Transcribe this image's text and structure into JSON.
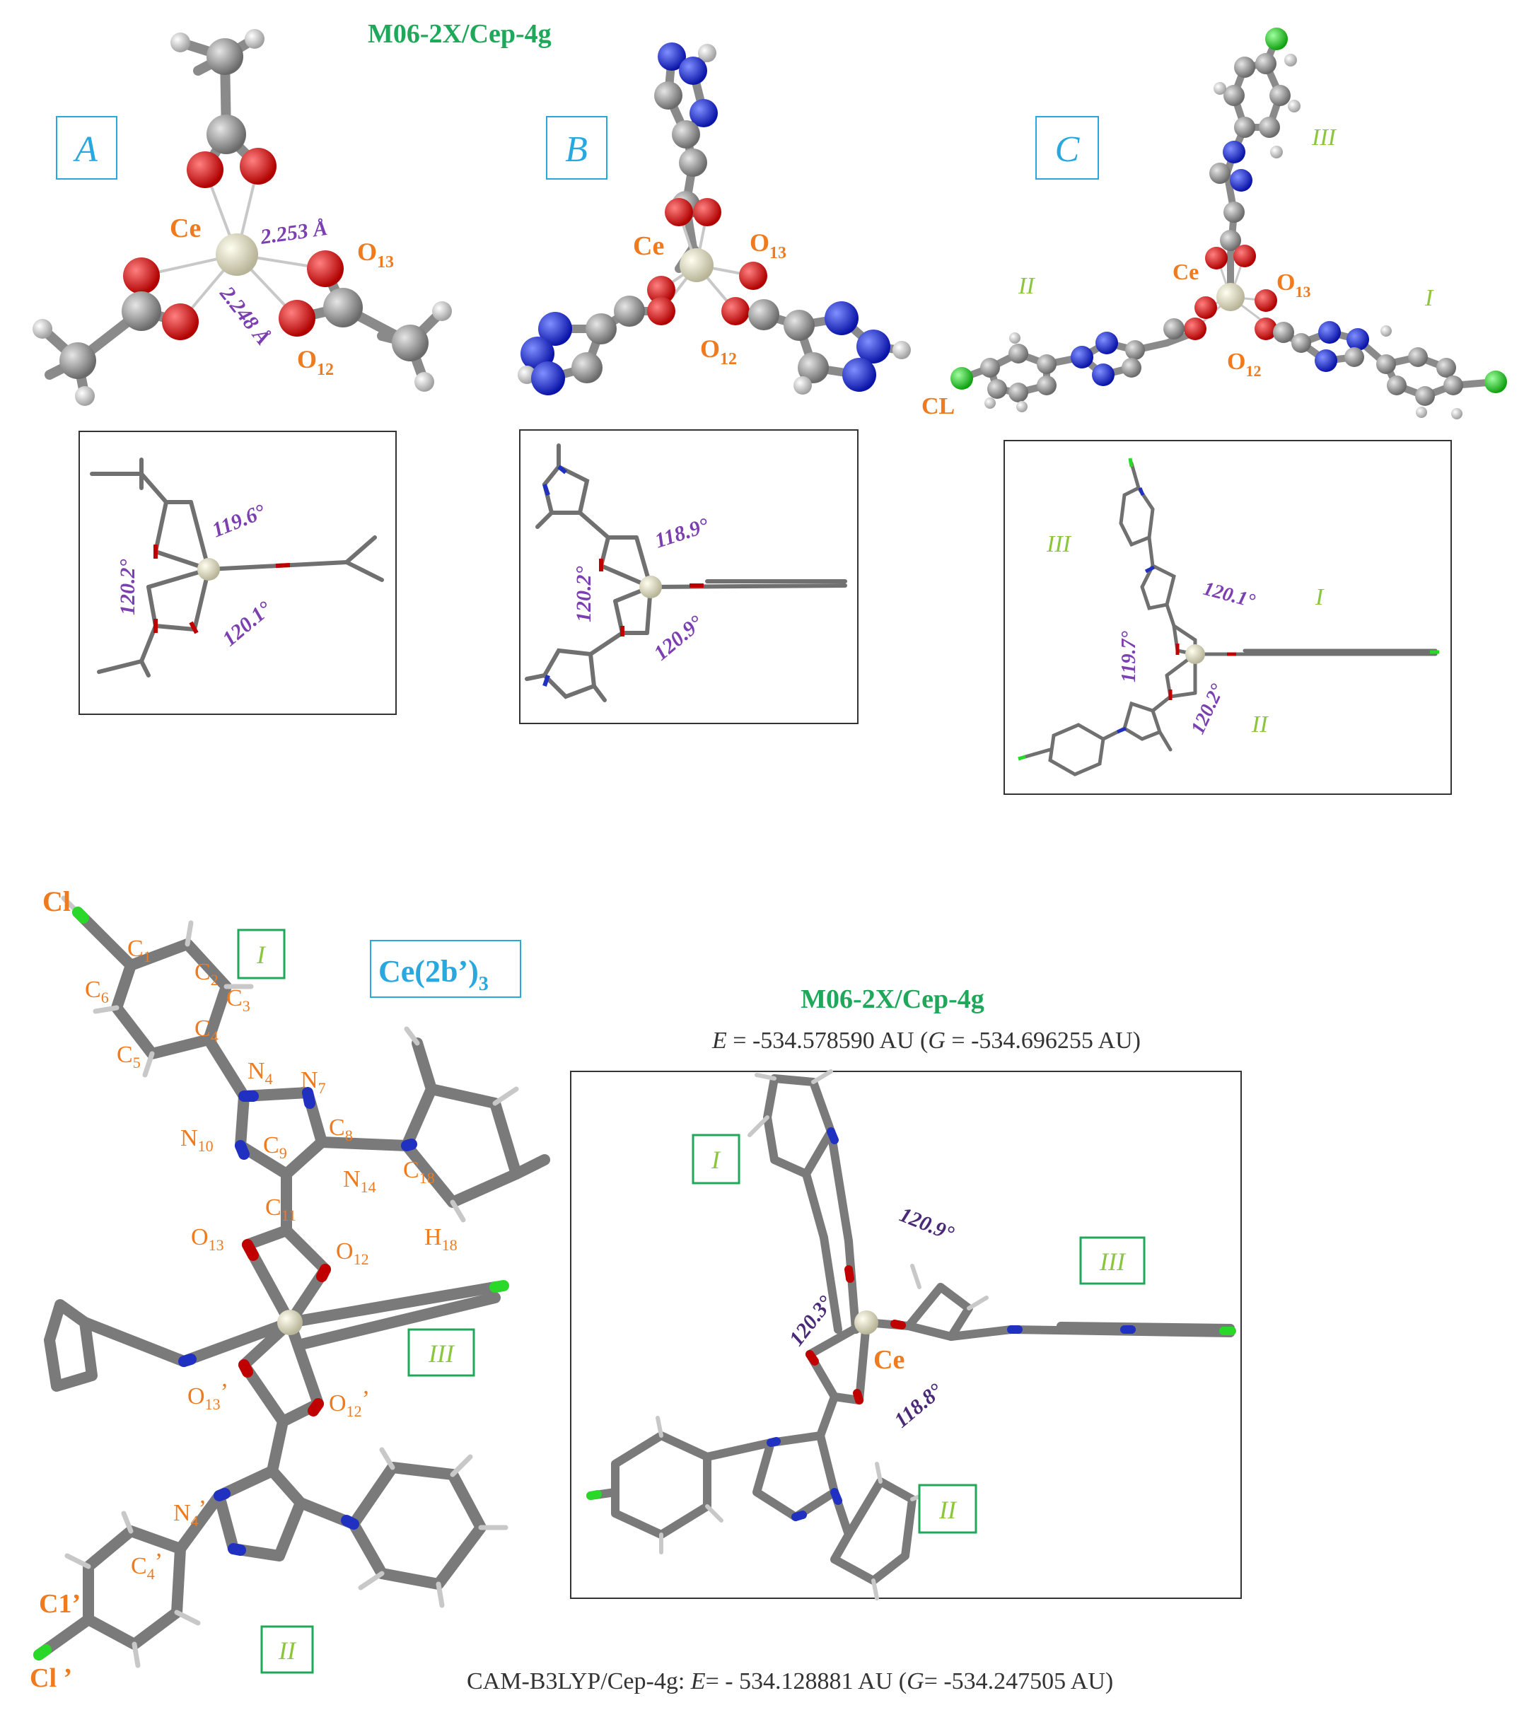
{
  "colors": {
    "method": "#1fa85a",
    "panel_label": "#29a8e0",
    "atom_label": "#f07a1e",
    "measure": "#7b3fb0",
    "measure_dark": "#4a2a78",
    "ligand_num": "#8cc63f",
    "ligand_box": "#1fa85a",
    "carbon": "#8c8c8c",
    "oxygen": "#d40000",
    "nitrogen": "#1a2ad8",
    "hydrogen": "#e0e0e0",
    "chlorine": "#2ad82a",
    "cerium": "#e8e6c8"
  },
  "top": {
    "method": "M06-2X/Cep-4g",
    "panels": [
      {
        "label": "A",
        "ce": "Ce",
        "o13": "O",
        "o13_sub": "13",
        "o12": "O",
        "o12_sub": "12",
        "bond1": "2.253 Å",
        "bond2": "2.248 Å",
        "angles": [
          "119.6°",
          "120.2°",
          "120.1°"
        ]
      },
      {
        "label": "B",
        "ce": "Ce",
        "o13": "O",
        "o13_sub": "13",
        "o12": "O",
        "o12_sub": "12",
        "angles": [
          "118.9°",
          "120.2°",
          "120.9°"
        ]
      },
      {
        "label": "C",
        "ce": "Ce",
        "o13": "O",
        "o13_sub": "13",
        "o12": "O",
        "o12_sub": "12",
        "cl": "CL",
        "ligands": [
          "III",
          "II",
          "I"
        ],
        "box_ligands": [
          "III",
          "I",
          "II"
        ],
        "angles": [
          "120.1°",
          "119.7°",
          "120.2°"
        ]
      }
    ]
  },
  "bottom": {
    "compound_main": "Ce(2b’)",
    "compound_sub": "3",
    "ligand_labels": [
      "I",
      "III",
      "II"
    ],
    "atoms": {
      "cl": "Cl",
      "c1": "C",
      "c1s": "1",
      "c2": "C",
      "c2s": "2",
      "c3": "C",
      "c3s": "3",
      "c4": "C",
      "c4s": "4",
      "c5": "C",
      "c5s": "5",
      "c6": "C",
      "c6s": "6",
      "n4": "N",
      "n4s": "4",
      "n7": "N",
      "n7s": "7",
      "c8": "C",
      "c8s": "8",
      "n10": "N",
      "n10s": "10",
      "c9": "C",
      "c9s": "9",
      "n14": "N",
      "n14s": "14",
      "c18": "C",
      "c18s": "18",
      "c11": "C",
      "c11s": "11",
      "o13": "O",
      "o13s": "13",
      "o12": "O",
      "o12s": "12",
      "h18": "H",
      "h18s": "18",
      "o13p": "O",
      "o13ps": "13",
      "o13pp": "’",
      "o12p": "O",
      "o12ps": "12",
      "o12pp": "’",
      "n4p": "N",
      "n4ps": "4",
      "n4pp": "’",
      "c4p": "C",
      "c4ps": "4",
      "c4pp": "’",
      "cl1p": "C1’",
      "clp": "Cl ’"
    },
    "method": "M06-2X/Cep-4g",
    "energy_line": {
      "e_sym": "E",
      "e_val": " = -534.578590 AU (",
      "g_sym": "G",
      "g_val": " = -534.696255 AU)"
    },
    "right_panel": {
      "ligands": [
        "I",
        "III",
        "II"
      ],
      "ce": "Ce",
      "angles": [
        "120.9°",
        "120.3°",
        "118.8°"
      ]
    },
    "cam_line": {
      "prefix": "CAM-B3LYP/Cep-4g:  ",
      "e_sym": "E",
      "e_val": "= - 534.128881 AU (",
      "g_sym": "G",
      "g_val": "= -534.247505  AU)"
    }
  }
}
